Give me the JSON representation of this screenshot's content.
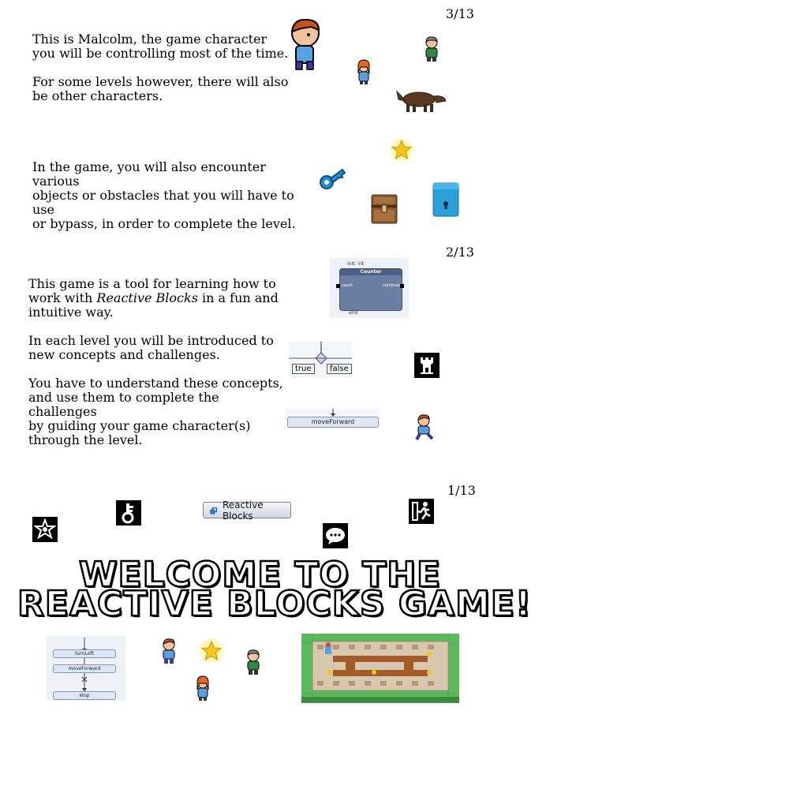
{
  "slide3": {
    "page_number": "3/13",
    "intro_text": "This is Malcolm, the game character\nyou will be controlling most of the time.\n\nFor some levels however, there will also\nbe other characters.",
    "objects_text": "In the game, you will also encounter various\nobjects or obstacles that you will have to use\nor bypass, in order to complete the level."
  },
  "slide2": {
    "page_number": "2/13",
    "line1": "This game is a tool for learning how to",
    "line2_pre": "work with ",
    "line2_em": "Reactive Blocks",
    "line2_post": " in a fun and",
    "line3": "intuitive way.",
    "para2": "In each level you will be introduced to\nnew concepts and challenges.",
    "para3": "You have to understand these concepts,\nand use them to complete the challenges\nby guiding your game character(s)\nthrough the level.",
    "counter_block": {
      "header": "Counter",
      "top_label": "init: int",
      "left_pin": "count",
      "right_pin": "continue",
      "bottom_label": "end"
    },
    "decision": {
      "true_label": "true",
      "false_label": "false"
    },
    "move_forward_label": "moveForward"
  },
  "slide1": {
    "page_number": "1/13",
    "reactive_blocks_button": "Reactive Blocks",
    "title_line1": "WELCOME TO THE",
    "title_line2": "REACTIVE BLOCKS GAME!",
    "flow_nodes": [
      "turnLeft",
      "moveForward",
      "stop"
    ]
  },
  "colors": {
    "grass": "#5cb85c",
    "key_blue": "#1e8fd0",
    "chest_brown": "#8b5a2b",
    "lock_blue": "#2a9fd8",
    "counter_body": "#6b7fa3"
  }
}
